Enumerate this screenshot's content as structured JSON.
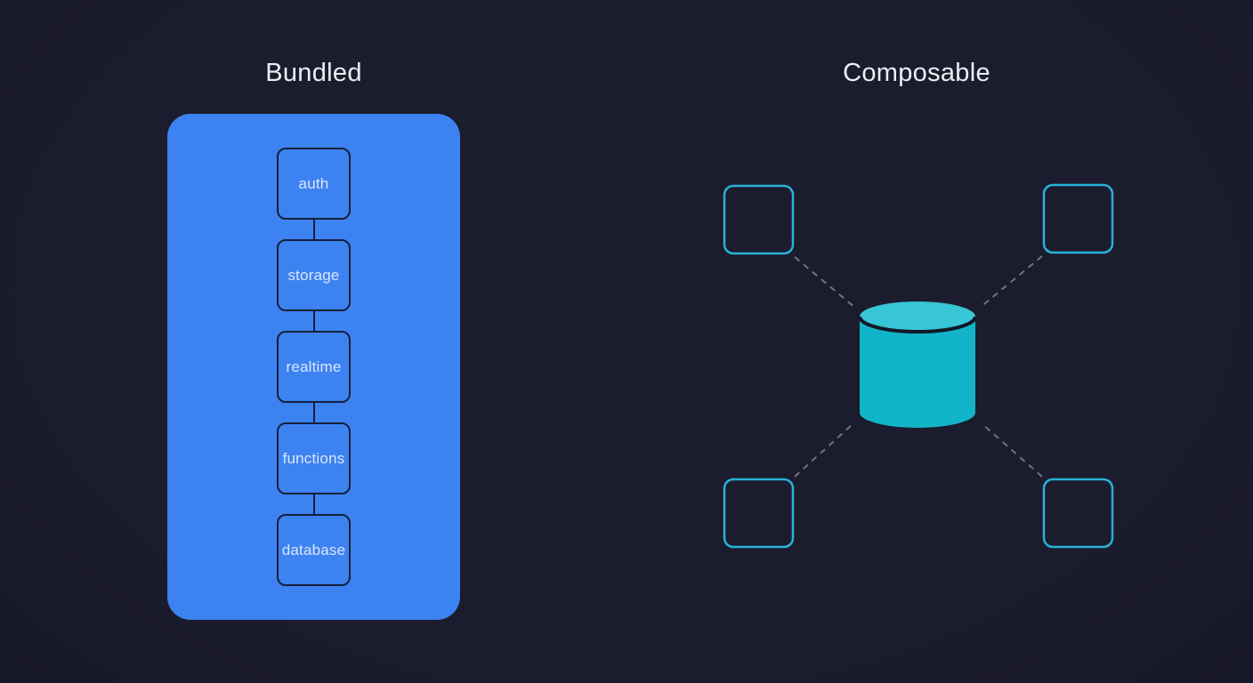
{
  "bundled": {
    "title": "Bundled",
    "services": [
      "auth",
      "storage",
      "realtime",
      "functions",
      "database"
    ]
  },
  "composable": {
    "title": "Composable",
    "hub_icon": "database-cylinder-icon",
    "node_icon": "empty-square-node-icon"
  },
  "colors": {
    "background": "#1b1c2e",
    "background_edge": "#13141f",
    "title_text": "#eceef2",
    "bundle_fill": "#3d82f1",
    "service_border": "#16203a",
    "service_text": "#dbe7fd",
    "node_border": "#29b2d6",
    "link_dash": "#70747f",
    "cylinder_fill": "#12b4c9",
    "cylinder_top_fill": "#38c5d6",
    "cylinder_rim": "#111827"
  }
}
